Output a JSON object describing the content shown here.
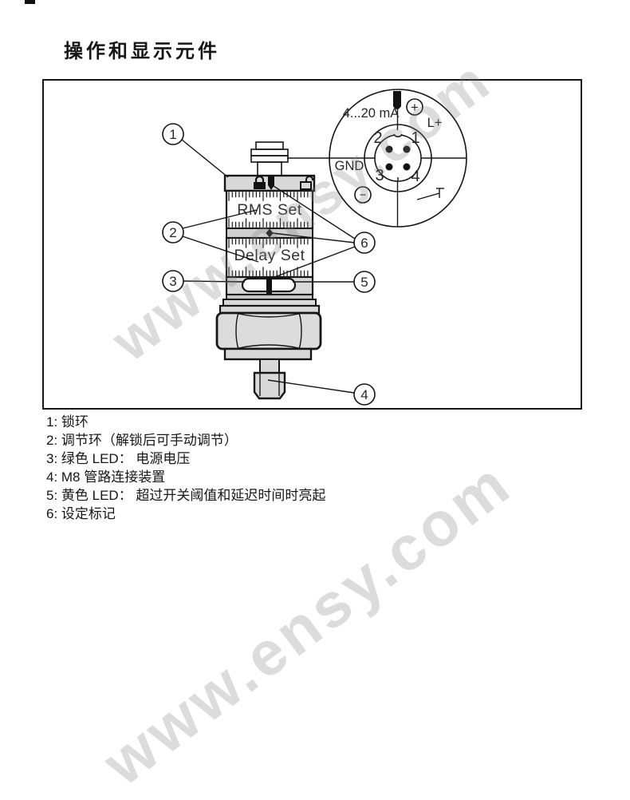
{
  "page": {
    "title": "操作和显示元件"
  },
  "figure": {
    "device": {
      "rms_label": "RMS Set",
      "delay_label": "Delay Set"
    },
    "pinout": {
      "current_label": "4...20 mA",
      "plus_label": "+",
      "lplus_label": "L+",
      "gnd_label": "GND",
      "minus_label": "−",
      "pin1": "1",
      "pin2": "2",
      "pin3": "3",
      "pin4": "4"
    },
    "callouts": {
      "c1": "1",
      "c2": "2",
      "c3": "3",
      "c4": "4",
      "c5": "5",
      "c6": "6"
    }
  },
  "legend": {
    "items": [
      "1: 锁环",
      "2: 调节环（解锁后可手动调节）",
      "3: 绿色 LED： 电源电压",
      "4: M8 管路连接装置",
      "5: 黄色 LED： 超过开关阈值和延迟时间时亮起",
      "6: 设定标记"
    ]
  },
  "watermark": {
    "text": "www.ensy.com"
  },
  "colors": {
    "line": "#161616",
    "fill_gray": "#d9d9d9",
    "ring_gray": "#e3e3e3",
    "white": "#ffffff"
  }
}
